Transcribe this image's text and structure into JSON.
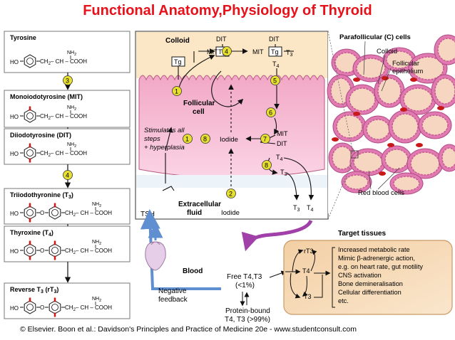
{
  "title": "Functional Anatomy,Physiology of Thyroid",
  "credit": "© Elsevier. Boon et al.: Davidson's Principles and Practice of Medicine 20e - www.studentconsult.com",
  "synthesis": {
    "tyrosine": "Tyrosine",
    "mit": "Monoiodotyrosine (MIT)",
    "dit": "Diiodotyrosine (DIT)",
    "t3_name": "Triiodothyronine (T",
    "t3_sub": "3",
    "t3_close": ")",
    "t4_name": "Thyroxine (T",
    "t4_sub": "4",
    "t4_close": ")",
    "rt3_name": "Reverse T",
    "rt3_sub": "3",
    "rt3_mid": " (rT",
    "rt3_sub2": "3",
    "rt3_close": ")",
    "ho": "HO",
    "nh2": "NH",
    "nh2_sub": "2",
    "chain": "CH",
    "chain_sub": "2",
    "chain_rest": "– CH – COOH",
    "o": "O",
    "step3": "3",
    "step4": "4"
  },
  "cell": {
    "colloid": "Colloid",
    "tg": "Tg",
    "mit": "MIT",
    "dit": "DIT",
    "t3": "T",
    "t3_sub": "3",
    "t4": "T",
    "t4_sub": "4",
    "follicular_line1": "Follicular",
    "follicular_line2": "cell",
    "stim_line1": "Stimulates all",
    "stim_line2": "steps",
    "stim_line3": "+ hyperplasia",
    "iodide": "Iodide",
    "extracellular_line1": "Extracellular",
    "extracellular_line2": "fluid",
    "tsh": "TSH",
    "steps": [
      "1",
      "2",
      "3",
      "4",
      "5",
      "6",
      "7",
      "8"
    ]
  },
  "histology": {
    "title": "Parafollicular (C) cells",
    "colloid": "Colloid",
    "epithelium_line1": "Follicular",
    "epithelium_line2": "epithelium",
    "rbc": "Red blood cells"
  },
  "circulation": {
    "blood": "Blood",
    "negative_line1": "Negative",
    "negative_line2": "feedback",
    "free_line1": "Free T4,T3",
    "free_line2": "(<1%)",
    "bound_line1": "Protein-bound",
    "bound_line2": "T4, T3 (>99%)",
    "target_title": "Target tissues",
    "rt3": "rT3",
    "t4": "T4",
    "t3": "T3",
    "effects": [
      "Increased metabolic rate",
      "Mimic β-adrenergic action,",
      "e.g. on heart rate, gut motility",
      "CNS activation",
      "Bone demineralisation",
      "Cellular differentiation",
      "etc."
    ]
  },
  "colors": {
    "title_red": "#e8101a",
    "step_circle": "#e8e030",
    "iodine_red": "#d01818",
    "cell_pink": "#f4b8d0",
    "colloid_cream": "#fbe6c6",
    "feedback_blue": "#5f8fd0",
    "purple_arrow": "#a040a8",
    "target_box": "#f7dcb8"
  }
}
